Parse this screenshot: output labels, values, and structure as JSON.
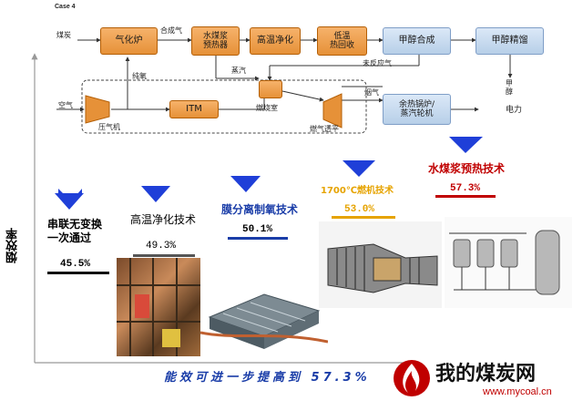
{
  "case_label": "Case 4",
  "flow": {
    "inputs": {
      "coal": "煤炭",
      "air": "空气"
    },
    "units": {
      "gasifier": "气化炉",
      "slurry_preheater": "水煤浆\n预热器",
      "hot_gas_cleanup": "高温净化",
      "low_temp_heat_recovery": "低温\n热回收",
      "methanol_synthesis": "甲醇合成",
      "methanol_refining": "甲醇精馏",
      "itm": "ITM",
      "combustor": "燃烧室",
      "hrsg_steam_turbine": "余热锅炉/\n蒸汽轮机"
    },
    "streams": {
      "syngas": "合成气",
      "pure_oxygen": "纯氧",
      "steam": "蒸汽",
      "unreacted_gas": "未反应气",
      "flue_gas": "烟气",
      "compressor": "压气机",
      "gas_turbine": "燃气透平"
    },
    "outputs": {
      "methanol": "甲\n醇",
      "power": "电力"
    }
  },
  "y_axis_label": "烟效率",
  "steps": [
    {
      "title": "串联无变换\n一次通过",
      "value": "45.5%"
    },
    {
      "title": "高温净化技术",
      "value": "49.3%"
    },
    {
      "title": "膜分离制氧技术",
      "value": "50.1%"
    },
    {
      "title": "1700℃燃机技术",
      "value": "53.0%"
    },
    {
      "title": "水煤浆预热技术",
      "value": "57.3%"
    }
  ],
  "conclusion": "能效可进一步提高到 57.3%",
  "watermark": {
    "cn": "我的煤炭网",
    "url": "www.mycoal.cn"
  },
  "colors": {
    "arrow_blue": "#1f3fd8",
    "unit_orange": "#e69138",
    "unit_blue": "#c9dcf0",
    "accent_red": "#c00000"
  }
}
